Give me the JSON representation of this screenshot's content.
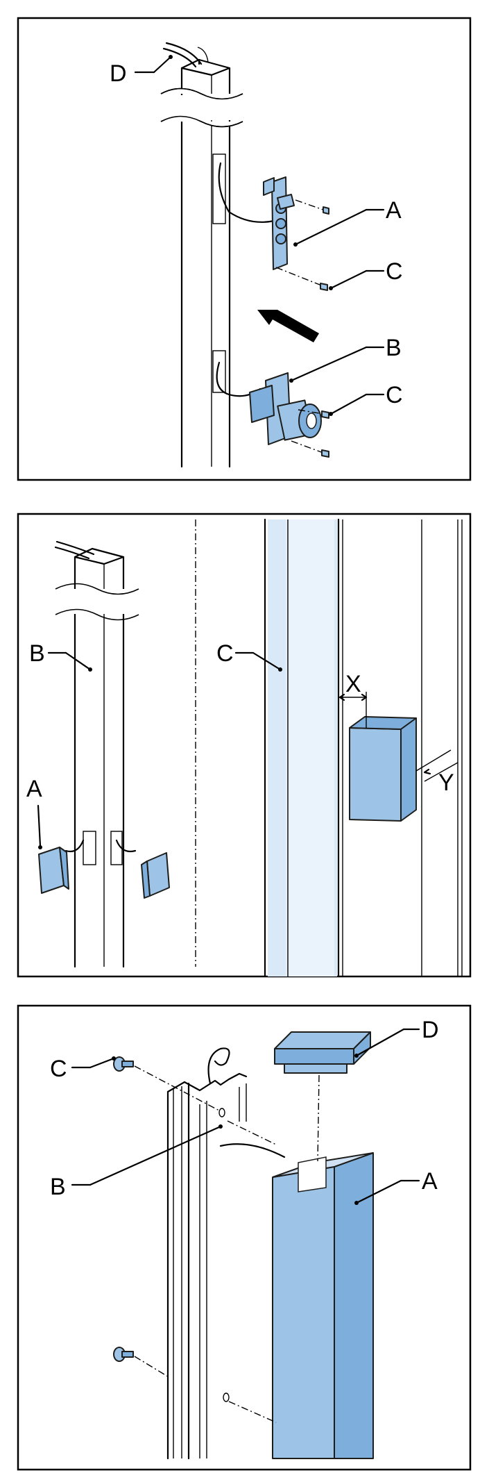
{
  "panels": [
    {
      "id": "step1",
      "labels": {
        "A": "A",
        "B": "B",
        "C1": "C",
        "C2": "C",
        "D": "D"
      }
    },
    {
      "id": "step2",
      "labels": {
        "A": "A",
        "B": "B",
        "C": "C"
      },
      "dimensions": {
        "x": "X",
        "y": "Y"
      }
    },
    {
      "id": "step3",
      "labels": {
        "A": "A",
        "B": "B",
        "C": "C",
        "D": "D"
      }
    }
  ],
  "colors": {
    "part_fill": "#9dc3e6",
    "highlight_fill": "#d9e9f7",
    "line": "#000000"
  }
}
